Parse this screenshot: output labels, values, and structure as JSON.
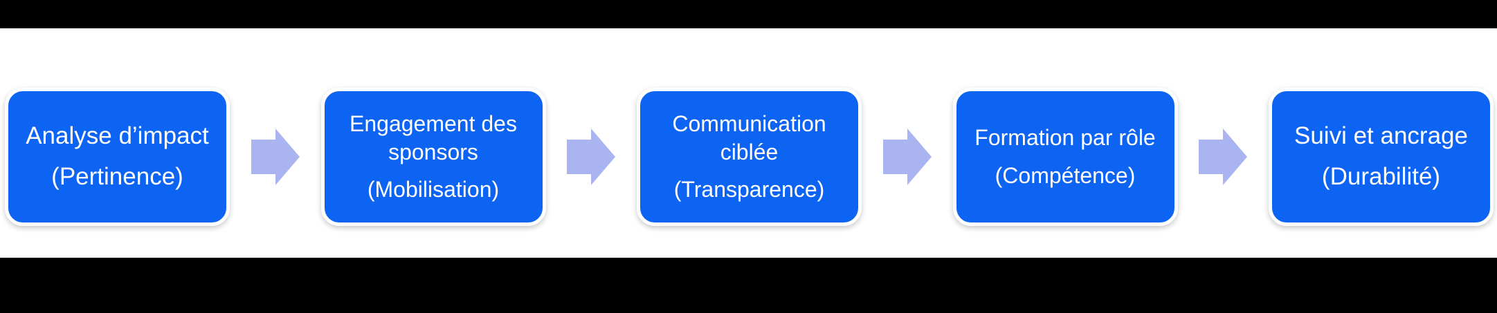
{
  "diagram": {
    "type": "process-flow",
    "direction": "left-to-right",
    "steps": [
      {
        "title": "Analyse d’impact",
        "subtitle": "(Pertinence)"
      },
      {
        "title": "Engagement des sponsors",
        "subtitle": "(Mobilisation)"
      },
      {
        "title": "Communication ciblée",
        "subtitle": "(Transparence)"
      },
      {
        "title": "Formation par rôle",
        "subtitle": "(Compétence)"
      },
      {
        "title": "Suivi et ancrage",
        "subtitle": "(Durabilité)"
      }
    ],
    "arrow_icon": "right-block-arrow",
    "colors": {
      "box_fill": "#0d64f2",
      "box_border": "#ffffff",
      "box_text": "#ffffff",
      "arrow_fill": "#aab4f0",
      "letterbox": "#000000",
      "background": "#ffffff"
    }
  }
}
